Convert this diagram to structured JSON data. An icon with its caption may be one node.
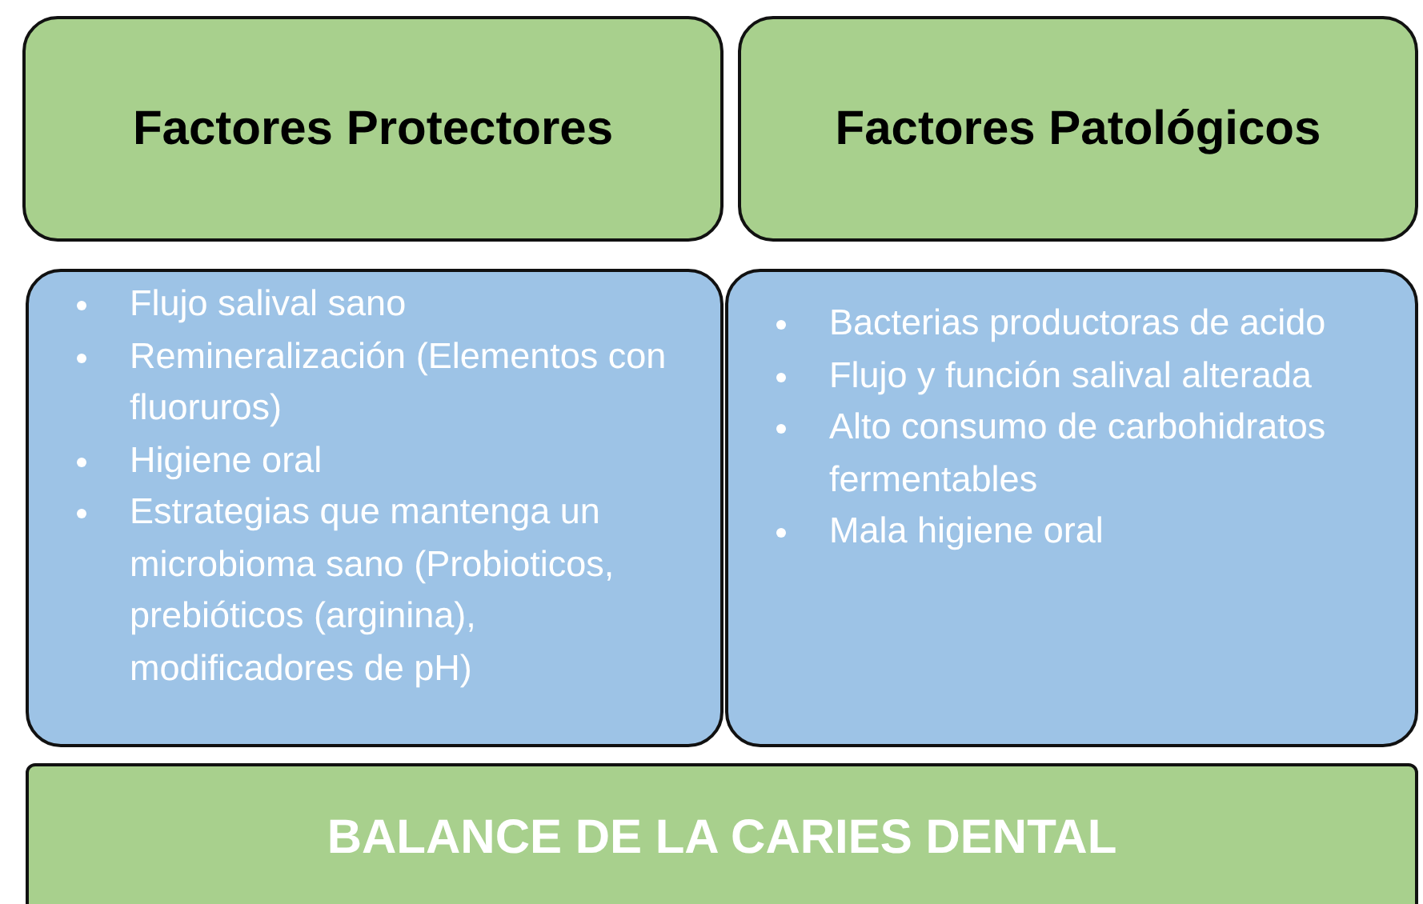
{
  "diagram": {
    "nodes": [
      {
        "text": [
          "Factores Protectores"
        ]
      },
      {
        "text": [
          "Factores Patológicos"
        ]
      },
      {
        "text": [
          "Flujo salival sano",
          "Remineralización (Elementos con fluoruros)",
          "Higiene oral",
          "Estrategias que mantenga un microbioma sano (Probioticos, prebióticos (arginina), modificadores de pH)"
        ]
      },
      {
        "text": [
          "Bacterias productoras de acido",
          "Flujo y función salival alterada",
          "Alto consumo de carbohidratos fermentables",
          "Mala higiene oral"
        ]
      },
      {
        "text": [
          "BALANCE DE LA CARIES DENTAL"
        ]
      }
    ]
  }
}
